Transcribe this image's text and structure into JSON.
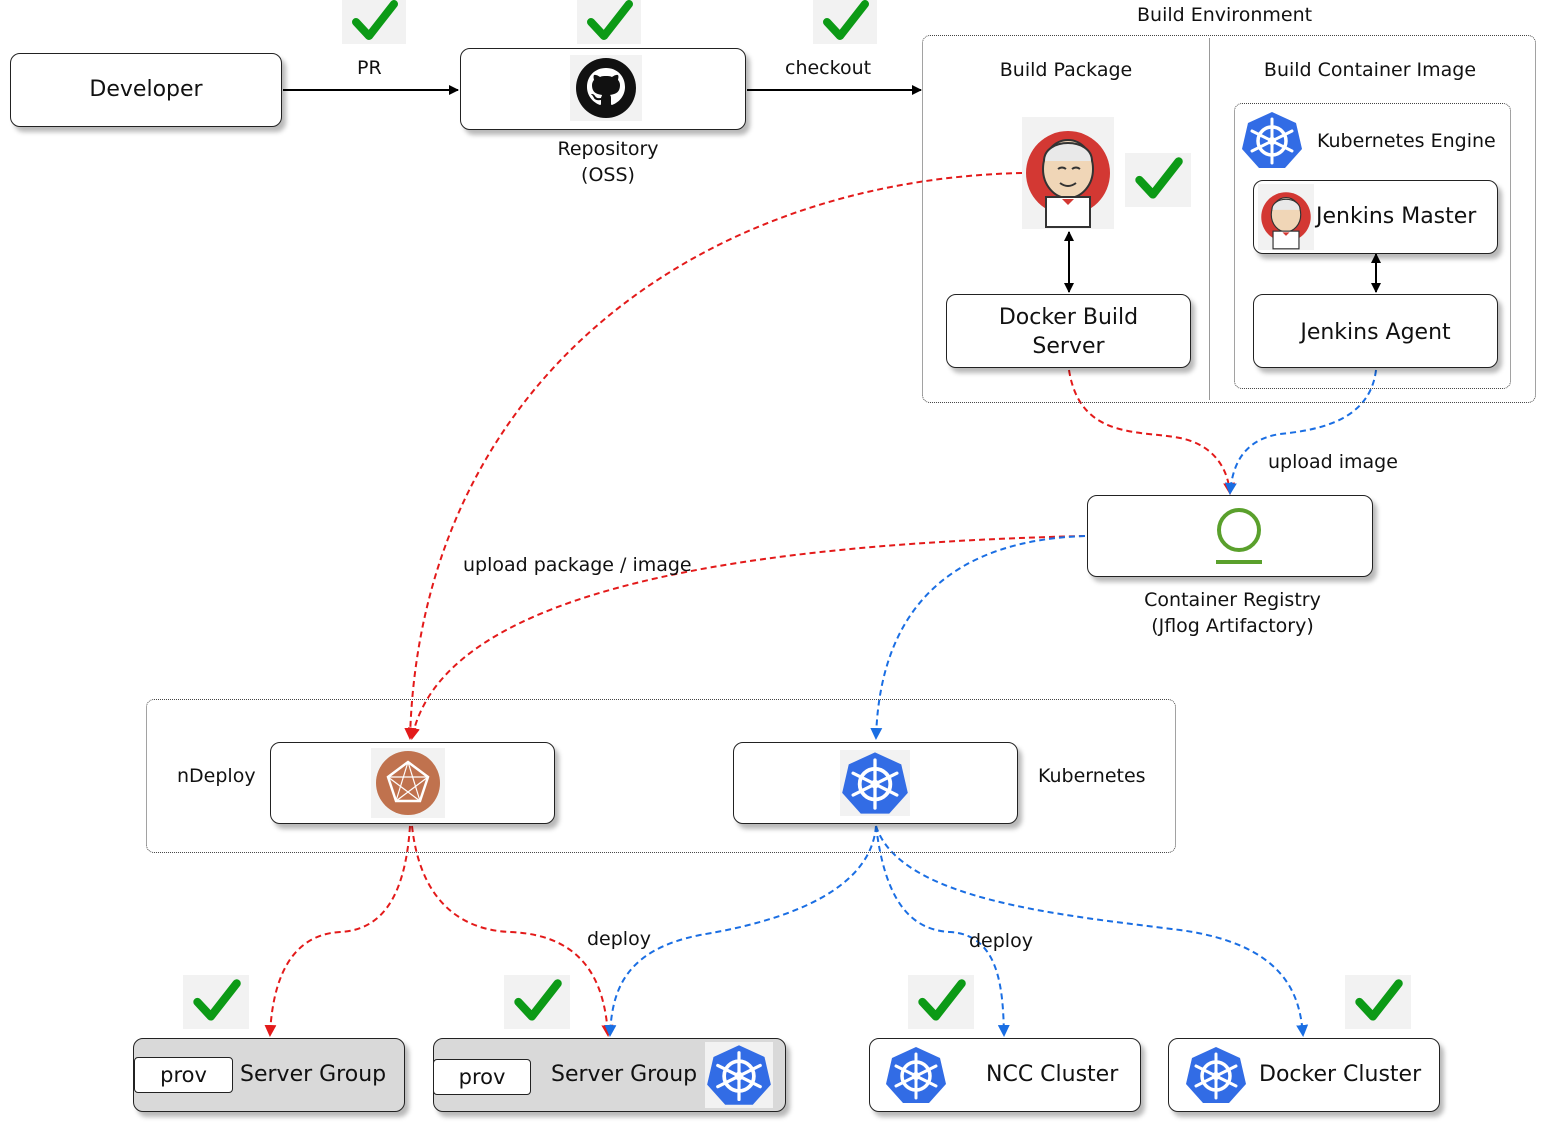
{
  "top": {
    "developer": "Developer",
    "pr": "PR",
    "repository_line1": "Repository",
    "repository_line2": "(OSS)",
    "checkout": "checkout"
  },
  "build_env": {
    "title": "Build Environment",
    "build_package": "Build Package",
    "build_container_image": "Build Container Image",
    "kubernetes_engine": "Kubernetes Engine",
    "jenkins_master": "Jenkins Master",
    "jenkins_agent": "Jenkins Agent",
    "docker_build_line1": "Docker Build",
    "docker_build_line2": "Server"
  },
  "registry": {
    "upload_image": "upload image",
    "line1": "Container Registry",
    "line2": "(Jflog Artifactory)"
  },
  "deploy_area": {
    "upload_package_image": "upload package / image",
    "ndeploy": "nDeploy",
    "kubernetes": "Kubernetes",
    "deploy_left": "deploy",
    "deploy_right": "deploy"
  },
  "targets": {
    "prov1": "prov",
    "server_group1": "Server Group",
    "prov2": "prov",
    "server_group2": "Server Group",
    "ncc_cluster": "NCC Cluster",
    "docker_cluster": "Docker Cluster"
  },
  "colors": {
    "red_flow": "#e31a1a",
    "blue_flow": "#1a6ee3",
    "check_green": "#0c9a16",
    "k8s_blue": "#326ce5",
    "ndeploy_brown": "#c0724e",
    "jfrog_green": "#5aa02c"
  },
  "icons": [
    "check-icon",
    "github-icon",
    "jenkins-icon",
    "kubernetes-icon",
    "jfrog-icon",
    "ndeploy-icon"
  ]
}
